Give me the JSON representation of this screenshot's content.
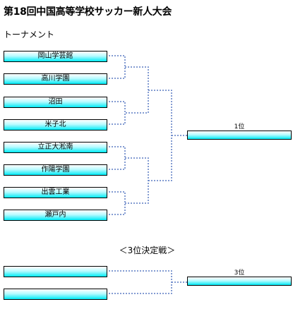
{
  "title": "第18回中国高等学校サッカー新人大会",
  "subtitle": "トーナメント",
  "teams": [
    "岡山学芸館",
    "高川学園",
    "沼田",
    "米子北",
    "立正大淞南",
    "作陽学園",
    "出雲工業",
    "瀬戸内"
  ],
  "winner_label": "1位",
  "third_place": {
    "heading": "＜3位決定戦＞",
    "teams": [
      "",
      ""
    ],
    "label": "3位"
  },
  "colors": {
    "box_gradient_top": "#ffffff",
    "box_gradient_bottom": "#00eaf6",
    "bracket_line": "#5b7cc4"
  }
}
